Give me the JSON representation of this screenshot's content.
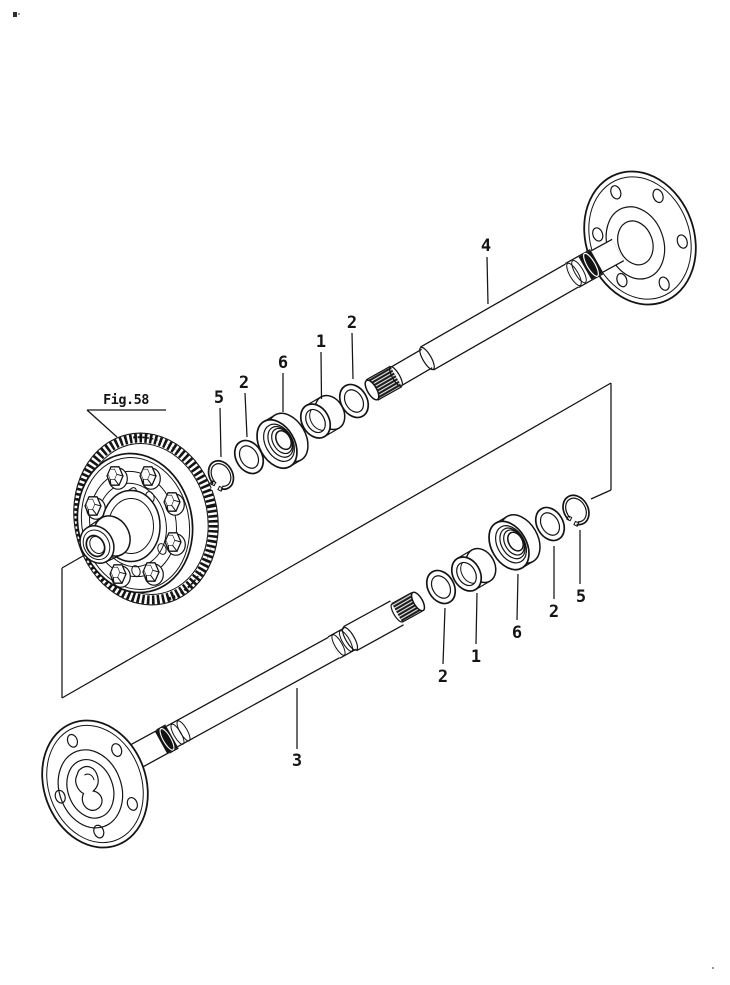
{
  "figure": {
    "label": "Fig.58"
  },
  "callouts": {
    "upper": {
      "shaft": "4",
      "washer_inner": "2",
      "collar": "1",
      "bearing": "6",
      "washer_outer": "2",
      "snap_ring": "5"
    },
    "lower": {
      "shaft": "3",
      "washer_inner": "2",
      "collar": "1",
      "bearing": "6",
      "washer_outer": "2",
      "snap_ring": "5"
    }
  },
  "colors": {
    "background": "#ffffff",
    "line": "#141414"
  }
}
